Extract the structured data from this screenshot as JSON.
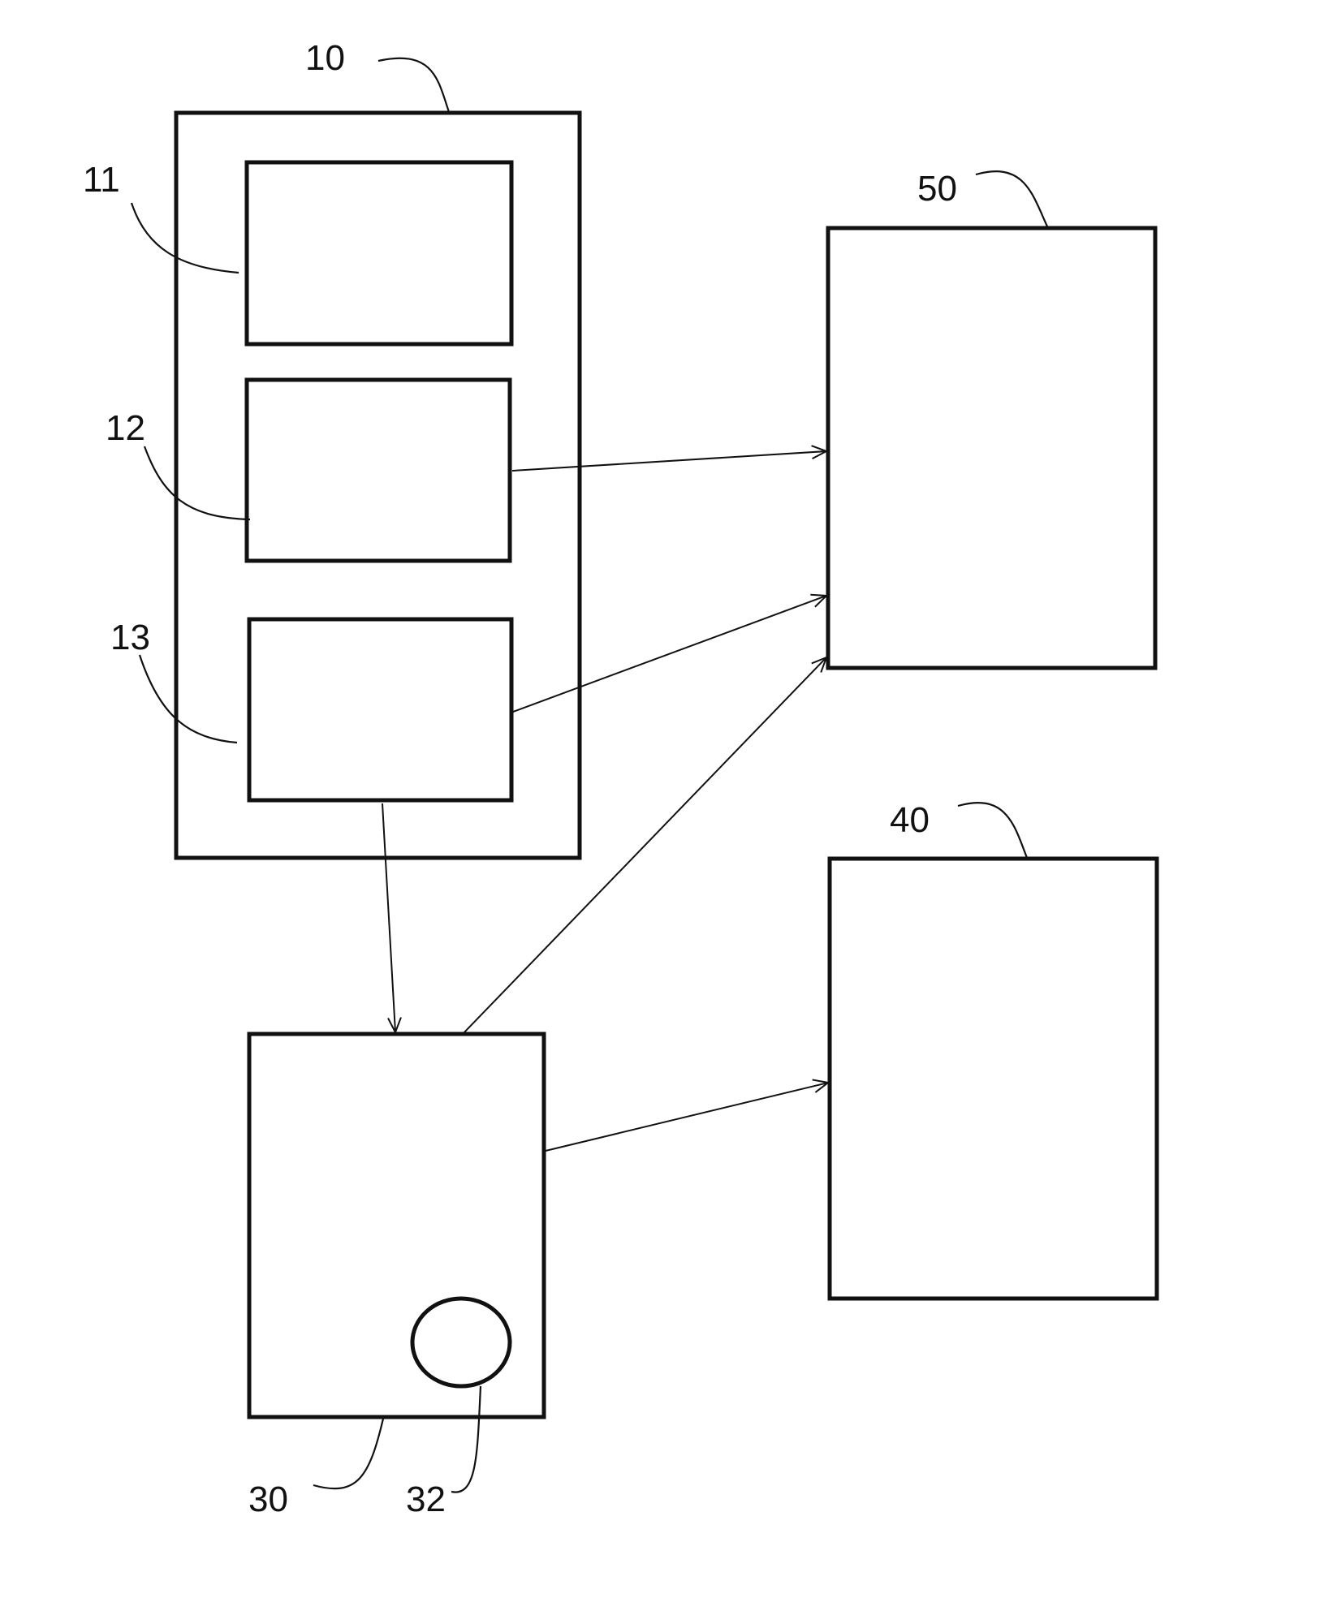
{
  "labels": {
    "block_10": "10",
    "block_11": "11",
    "block_12": "12",
    "block_13": "13",
    "block_30": "30",
    "block_32": "32",
    "block_40": "40",
    "block_50": "50"
  },
  "colors": {
    "line": "#111111",
    "background": "#ffffff"
  }
}
